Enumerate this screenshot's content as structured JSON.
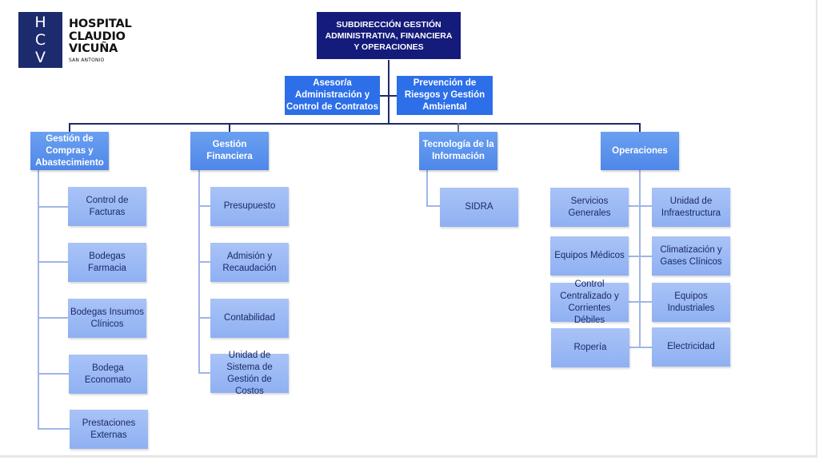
{
  "logo": {
    "letters": [
      "H",
      "C",
      "V"
    ],
    "name_lines": [
      "HOSPITAL",
      "CLAUDIO",
      "VICUÑA"
    ],
    "subtitle": "SAN ANTONIO"
  },
  "colors": {
    "top": "#141b7a",
    "staff": "#2c6fe8",
    "level1": "#5a8fec",
    "level2": "#9fbaf5",
    "connector_dark": "#1f2a6a",
    "connector_light": "#9fb6e6",
    "level2_text": "#1a2a66"
  },
  "org": {
    "top": "SUBDIRECCIÓN GESTIÓN\nADMINISTRATIVA, FINANCIERA\nY OPERACIONES",
    "staff": [
      "Asesor/a\nAdministración y\nControl de Contratos",
      "Prevención de\nRiesgos y Gestión\nAmbiental"
    ],
    "departments": [
      {
        "name": "Gestión de\nCompras y\nAbastecimiento",
        "units": [
          "Control de\nFacturas",
          "Bodegas Farmacia",
          "Bodegas Insumos\nClínicos",
          "Bodega\nEconomato",
          "Prestaciones\nExternas"
        ]
      },
      {
        "name": "Gestión\nFinanciera",
        "units": [
          "Presupuesto",
          "Admisión y\nRecaudación",
          "Contabilidad",
          "Unidad de\nSistema de\nGestión de Costos"
        ]
      },
      {
        "name": "Tecnología de la\nInformación",
        "units": [
          "SIDRA"
        ]
      },
      {
        "name": "Operaciones",
        "units_left": [
          "Servicios\nGenerales",
          "Equipos Médicos",
          "Control\nCentralizado y\nCorrientes Débiles",
          "Ropería"
        ],
        "units_right": [
          "Unidad de\nInfraestructura",
          "Climatización y\nGases Clínicos",
          "Equipos\nIndustriales",
          "Electricidad"
        ]
      }
    ]
  }
}
